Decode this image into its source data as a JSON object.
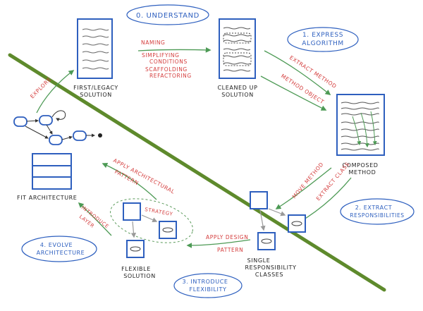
{
  "steps": {
    "understand": "0. UNDERSTAND",
    "express_line1": "1. EXPRESS",
    "express_line2": "ALGORITHM",
    "extract_line1": "2. EXTRACT",
    "extract_line2": "RESPONSIBILITIES",
    "flex_line1": "3. INTRODUCE",
    "flex_line2": "FLEXIBILITY",
    "evolve_line1": "4. EVOLVE",
    "evolve_line2": "ARCHITECTURE"
  },
  "artifacts": {
    "legacy_line1": "FIRST/LEGACY",
    "legacy_line2": "SOLUTION",
    "cleaned_line1": "CLEANED UP",
    "cleaned_line2": "SOLUTION",
    "composed_line1": "COMPOSED",
    "composed_line2": "METHOD",
    "single_line1": "SINGLE",
    "single_line2": "RESPONSIBILITY",
    "single_line3": "CLASSES",
    "flexible_line1": "FLEXIBLE",
    "flexible_line2": "SOLUTION",
    "fit": "FIT ARCHITECTURE"
  },
  "transitions": {
    "naming": "NAMING",
    "simplifying_line1": "SIMPLIFYING",
    "simplifying_line2": "CONDITIONS",
    "scaffolding_line1": "SCAFFOLDING",
    "scaffolding_line2": "REFACTORING",
    "extract_method": "EXTRACT METHOD",
    "method_object": "METHOD OBJECT",
    "move_method": "MOVE METHOD",
    "extract_class": "EXTRACT CLASS",
    "apply_design_line1": "APPLY DESIGN",
    "apply_design_line2": "PATTERN",
    "strategy": "STRATEGY",
    "apply_arch_line1": "APPLY ARCHITECTURAL",
    "apply_arch_line2": "PATTERN",
    "introduce_line1": "INTRODUCE",
    "introduce_line2": "LAYER",
    "explore": "EXPLORE"
  },
  "colors": {
    "divider": "#5e8a2c",
    "box": "#2e5fbe",
    "arrow": "#4d9a55",
    "label_red": "#d43c3c",
    "label_blue": "#2d5fbf",
    "text": "#222222"
  }
}
